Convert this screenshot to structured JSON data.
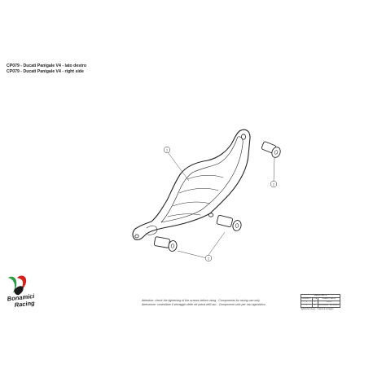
{
  "title_block": {
    "line_1": "CP079 - Ducati Panigale V4 - lato destro",
    "line_2": "CP079 - Ducati Panigale V4 - right side"
  },
  "callouts": [
    {
      "id": "cover",
      "number": "1"
    },
    {
      "id": "bolt-upper",
      "number": "2"
    },
    {
      "id": "bolt-lower",
      "number": "2"
    }
  ],
  "notes": {
    "english": "Attention: check the tightening of the screws before using - Components for racing use only",
    "italian": "Attenzione: controllare il serraggio delle viti prima dell'uso - Componenti solo per uso agonistico"
  },
  "brand": {
    "line_1": "Bonamici",
    "line_2": "Racing",
    "colors": {
      "green": "#2e9b45",
      "red": "#d4231f",
      "dark": "#1a1a1a"
    }
  },
  "parts_table": {
    "caption": "RANGE PARTS",
    "headers": [
      "ELEMENTO",
      "Q.TÀ",
      "NUMERO PARTE"
    ],
    "rows": [
      [
        "1",
        "1",
        "CP079"
      ],
      [
        "2",
        "2",
        "PRC8 FBRD - SE 38 R6TT"
      ]
    ],
    "footnote": "*tightening torque - *coppia di serraggio"
  }
}
